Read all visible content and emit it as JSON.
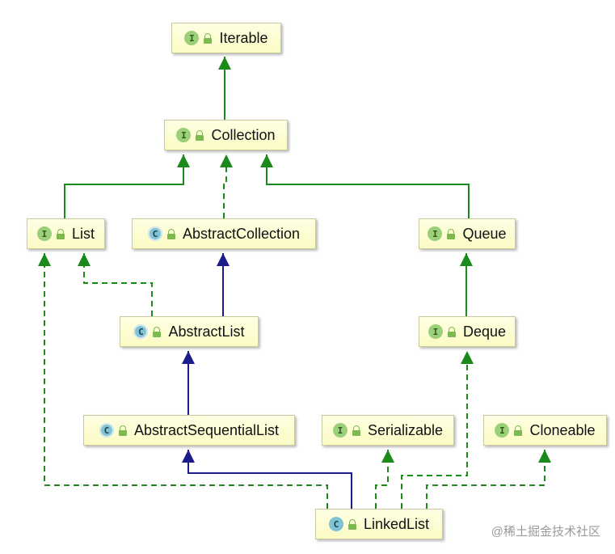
{
  "nodes": {
    "iterable": {
      "label": "Iterable",
      "kind": "I"
    },
    "collection": {
      "label": "Collection",
      "kind": "I"
    },
    "list": {
      "label": "List",
      "kind": "I"
    },
    "abstract_collection": {
      "label": "AbstractCollection",
      "kind": "C"
    },
    "queue": {
      "label": "Queue",
      "kind": "I"
    },
    "abstract_list": {
      "label": "AbstractList",
      "kind": "C"
    },
    "deque": {
      "label": "Deque",
      "kind": "I"
    },
    "abstract_sequential_list": {
      "label": "AbstractSequentialList",
      "kind": "C"
    },
    "serializable": {
      "label": "Serializable",
      "kind": "I"
    },
    "cloneable": {
      "label": "Cloneable",
      "kind": "I"
    },
    "linked_list": {
      "label": "LinkedList",
      "kind": "C"
    }
  },
  "edges": [
    {
      "from": "collection",
      "to": "iterable",
      "type": "extends-interface"
    },
    {
      "from": "list",
      "to": "collection",
      "type": "extends-interface"
    },
    {
      "from": "abstract_collection",
      "to": "collection",
      "type": "implements"
    },
    {
      "from": "queue",
      "to": "collection",
      "type": "extends-interface"
    },
    {
      "from": "abstract_list",
      "to": "list",
      "type": "implements"
    },
    {
      "from": "abstract_list",
      "to": "abstract_collection",
      "type": "extends-class"
    },
    {
      "from": "deque",
      "to": "queue",
      "type": "extends-interface"
    },
    {
      "from": "abstract_sequential_list",
      "to": "abstract_list",
      "type": "extends-class"
    },
    {
      "from": "linked_list",
      "to": "list",
      "type": "implements"
    },
    {
      "from": "linked_list",
      "to": "abstract_sequential_list",
      "type": "extends-class"
    },
    {
      "from": "linked_list",
      "to": "serializable",
      "type": "implements"
    },
    {
      "from": "linked_list",
      "to": "deque",
      "type": "implements"
    },
    {
      "from": "linked_list",
      "to": "cloneable",
      "type": "implements"
    }
  ],
  "colors": {
    "interface_edge": "#1a8a1a",
    "class_edge": "#1b1b8c"
  },
  "watermark": "@稀土掘金技术社区"
}
